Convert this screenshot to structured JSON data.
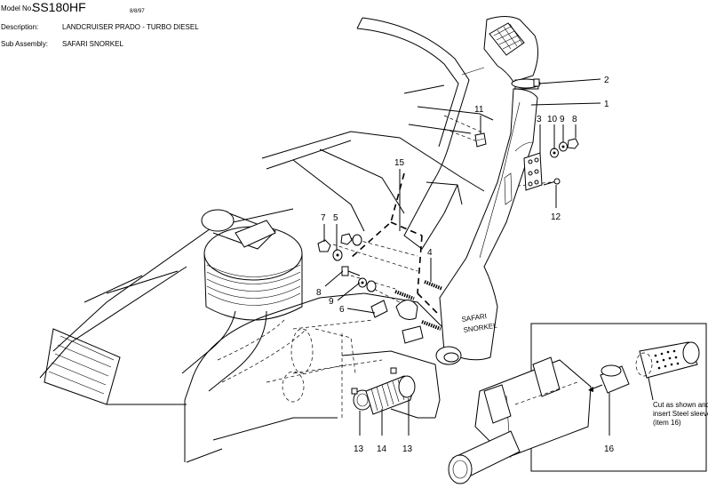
{
  "header": {
    "model_label": "Model No.:",
    "model_value": "SS180HF",
    "date": "8/8/97",
    "description_label": "Description:",
    "description_value": "LANDCRUISER PRADO - TURBO DIESEL",
    "subassembly_label": "Sub Assembly:",
    "subassembly_value": "SAFARI SNORKEL"
  },
  "callouts": [
    {
      "id": "c1",
      "label": "1"
    },
    {
      "id": "c2",
      "label": "2"
    },
    {
      "id": "c3",
      "label": "3"
    },
    {
      "id": "c10",
      "label": "10"
    },
    {
      "id": "c9a",
      "label": "9"
    },
    {
      "id": "c8a",
      "label": "8"
    },
    {
      "id": "c11",
      "label": "11"
    },
    {
      "id": "c12",
      "label": "12"
    },
    {
      "id": "c15",
      "label": "15"
    },
    {
      "id": "c7",
      "label": "7"
    },
    {
      "id": "c5",
      "label": "5"
    },
    {
      "id": "c4",
      "label": "4"
    },
    {
      "id": "c8b",
      "label": "8"
    },
    {
      "id": "c9b",
      "label": "9"
    },
    {
      "id": "c6",
      "label": "6"
    },
    {
      "id": "c13a",
      "label": "13"
    },
    {
      "id": "c14",
      "label": "14"
    },
    {
      "id": "c13b",
      "label": "13"
    },
    {
      "id": "c16",
      "label": "16"
    }
  ],
  "snorkel_logo": {
    "line1": "SAFARI",
    "line2": "SNORKEL"
  },
  "inset_note": {
    "line1": "Cut as shown and",
    "line2": "insert Steel sleeve",
    "line3": "(item 16)"
  }
}
